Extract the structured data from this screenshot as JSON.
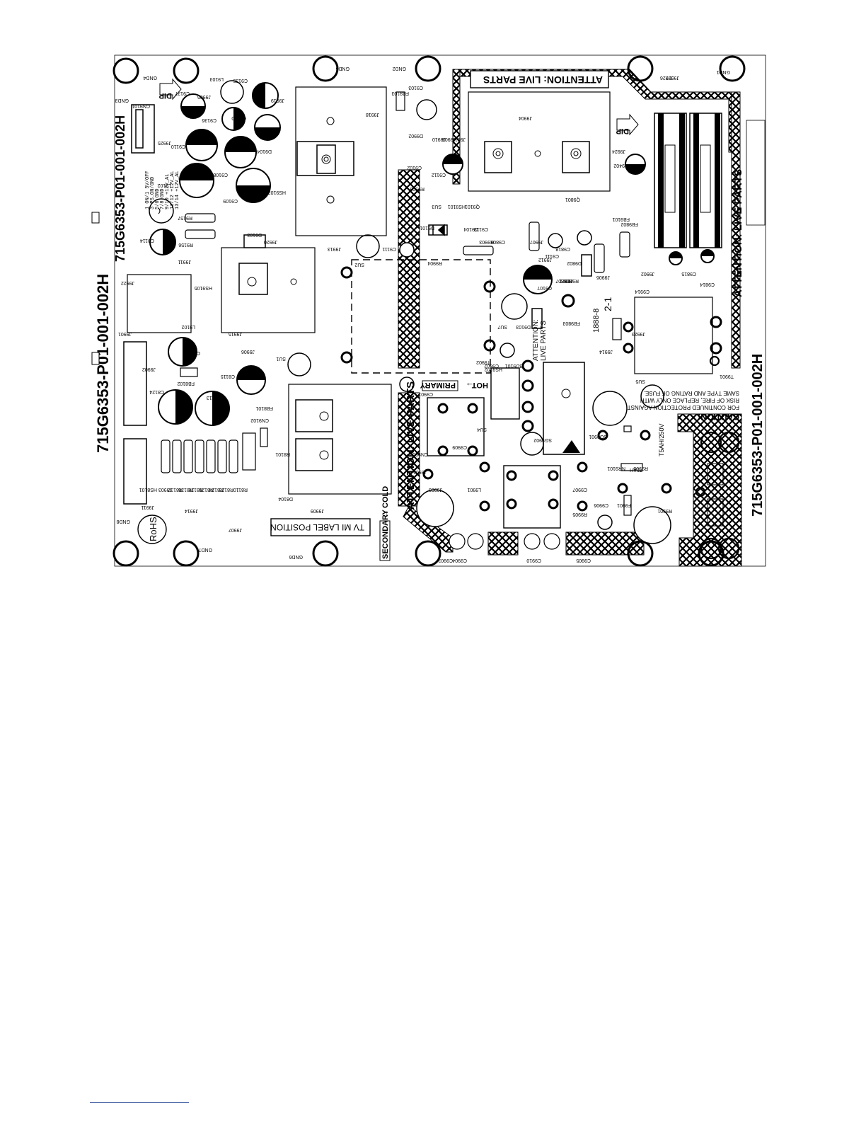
{
  "board": {
    "part_number": "715G6353-P01-001-002H",
    "attention_live_parts": "ATTENTION: LIVE PARTS",
    "attention_short": [
      "ATTENTION:",
      "LIVE PARTS"
    ],
    "caution_title": "CAUTION:",
    "caution_lines": [
      "FOR CONTINUED PROTECTION AGAINST",
      "RISK OF FIRE, REPLACE ONLY WITH",
      "SAME TYPE AND RATING OF FUSE."
    ],
    "fuse_rating": "T5AH/250V",
    "hot": "HOT",
    "primary": "PRIMARY",
    "cold": "COLD",
    "secondary": "SECONDARY",
    "tv_label": "TV MI LABEL POSITION",
    "rohs": "RoHS",
    "dip": "DIP",
    "ratio_label": "2-1",
    "date_code": "1888-8",
    "voltage_table": [
      "1 ON/1 5V/OFF",
      "3 PS_ON/GND",
      "5/6 GND",
      "7/8 GND",
      "9/10 +12V_AL",
      "11/12 +12V_AL",
      "13/14 +12V_AL"
    ]
  },
  "designators": [
    "GND3",
    "CN9101",
    "GND4",
    "C9137",
    "J9905",
    "C9135",
    "C9136",
    "L9103",
    "C9120",
    "J9919",
    "J9925",
    "C9110",
    "C9108",
    "C9109",
    "D9104",
    "L9102",
    "R9157",
    "HS9103",
    "J9920",
    "C9114",
    "R9156",
    "J9911",
    "HS9105",
    "D9103",
    "J9922",
    "J9901",
    "L9102",
    "J9915",
    "J9906",
    "C8112",
    "FB8102",
    "J9902",
    "C8115",
    "C8124",
    "C8113",
    "SU1",
    "CN9102",
    "FB8101",
    "R8101",
    "D8104",
    "HS8101",
    "J9911",
    "J9903",
    "R8137",
    "R8136",
    "R8126",
    "R8125",
    "R8124",
    "R8123",
    "R8110",
    "J9914",
    "J9907",
    "J9909",
    "GND8",
    "GND7",
    "GND6",
    "GND5",
    "J9918",
    "SU2",
    "J9913",
    "C9111",
    "GND2",
    "FB9103",
    "C9103",
    "D9902",
    "C9102",
    "R9909",
    "J9910",
    "J9908",
    "J9917",
    "C9112",
    "SU3",
    "HS9101",
    "Q9101",
    "D9101",
    "R9904",
    "C9104",
    "C9119",
    "R9903",
    "J9904",
    "Q9801",
    "J9924",
    "C9402",
    "FB9101",
    "C9803",
    "J9907",
    "J9912",
    "C9111",
    "C9818",
    "D9807",
    "R9808",
    "D9802",
    "J9921",
    "C9107",
    "SU7",
    "D9103",
    "J9906",
    "FB9802",
    "J9902",
    "C9815",
    "C9814",
    "C9914",
    "J9923",
    "J9914",
    "FB9803",
    "C9802",
    "BD9101",
    "C9901",
    "SG9902",
    "HS9102",
    "SU4",
    "SG9901",
    "NR9101",
    "R9908",
    "T5AH",
    "F9901",
    "R9901",
    "L9901",
    "C9906",
    "R9905",
    "C9905",
    "C9904",
    "C9910",
    "C9903",
    "J9901",
    "J9903",
    "C9907",
    "CN9902",
    "GND1",
    "J9926",
    "J9927",
    "SU5",
    "T9901",
    "T9902",
    "C9909"
  ],
  "colors": {
    "ink": "#000000",
    "paper": "#ffffff",
    "footer_rule": "#1a3d8f"
  },
  "icons": [
    "screw-hole-icon",
    "capacitor-icon",
    "resistor-icon",
    "diode-icon",
    "transformer-icon",
    "heatsink-icon",
    "warning-triangle-icon",
    "arrow-icon"
  ]
}
